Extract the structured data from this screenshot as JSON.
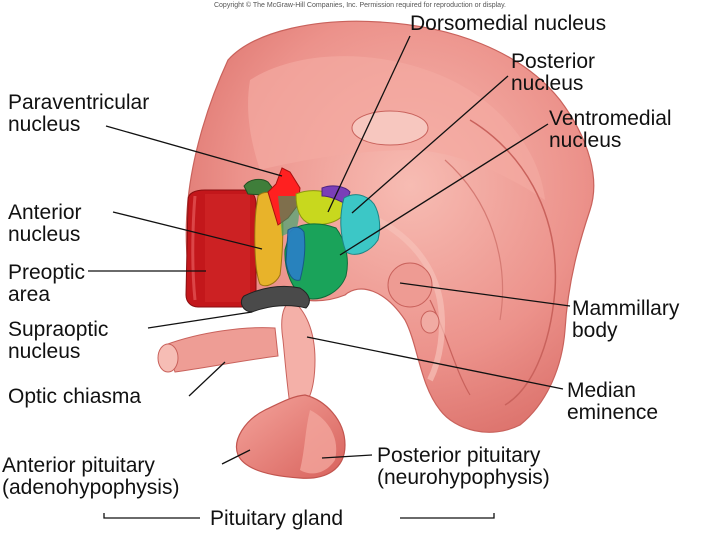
{
  "copyright": "Copyright © The McGraw-Hill Companies, Inc. Permission required for reproduction or display.",
  "labels": {
    "dorsomedial": "Dorsomedial nucleus",
    "posterior": [
      "Posterior",
      "nucleus"
    ],
    "paraventricular": [
      "Paraventricular",
      "nucleus"
    ],
    "ventromedial": [
      "Ventromedial",
      "nucleus"
    ],
    "anterior": [
      "Anterior",
      "nucleus"
    ],
    "preoptic": [
      "Preoptic",
      "area"
    ],
    "mammillary": [
      "Mammillary",
      "body"
    ],
    "supraoptic": [
      "Supraoptic",
      "nucleus"
    ],
    "optic_chiasma": "Optic chiasma",
    "median_eminence": [
      "Median",
      "eminence"
    ],
    "posterior_pituitary": [
      "Posterior pituitary",
      "(neurohypophysis)"
    ],
    "anterior_pituitary": [
      "Anterior pituitary",
      "(adenohypophysis)"
    ],
    "pituitary_gland": "Pituitary gland"
  },
  "colors": {
    "tissue": "#e9857f",
    "tissue_light": "#f6b3aa",
    "tissue_dark": "#c95d57",
    "paraventricular": "#ff2020",
    "anterior": "#e8b32a",
    "preoptic": "#c3171b",
    "dorsomedial": "#c8d81e",
    "posterior": "#7a3fb8",
    "ventromedial": "#3cc7c6",
    "green_nucleus": "#1aa35a",
    "supraoptic": "#4a4a4a",
    "small_green": "#3f7e3a"
  }
}
